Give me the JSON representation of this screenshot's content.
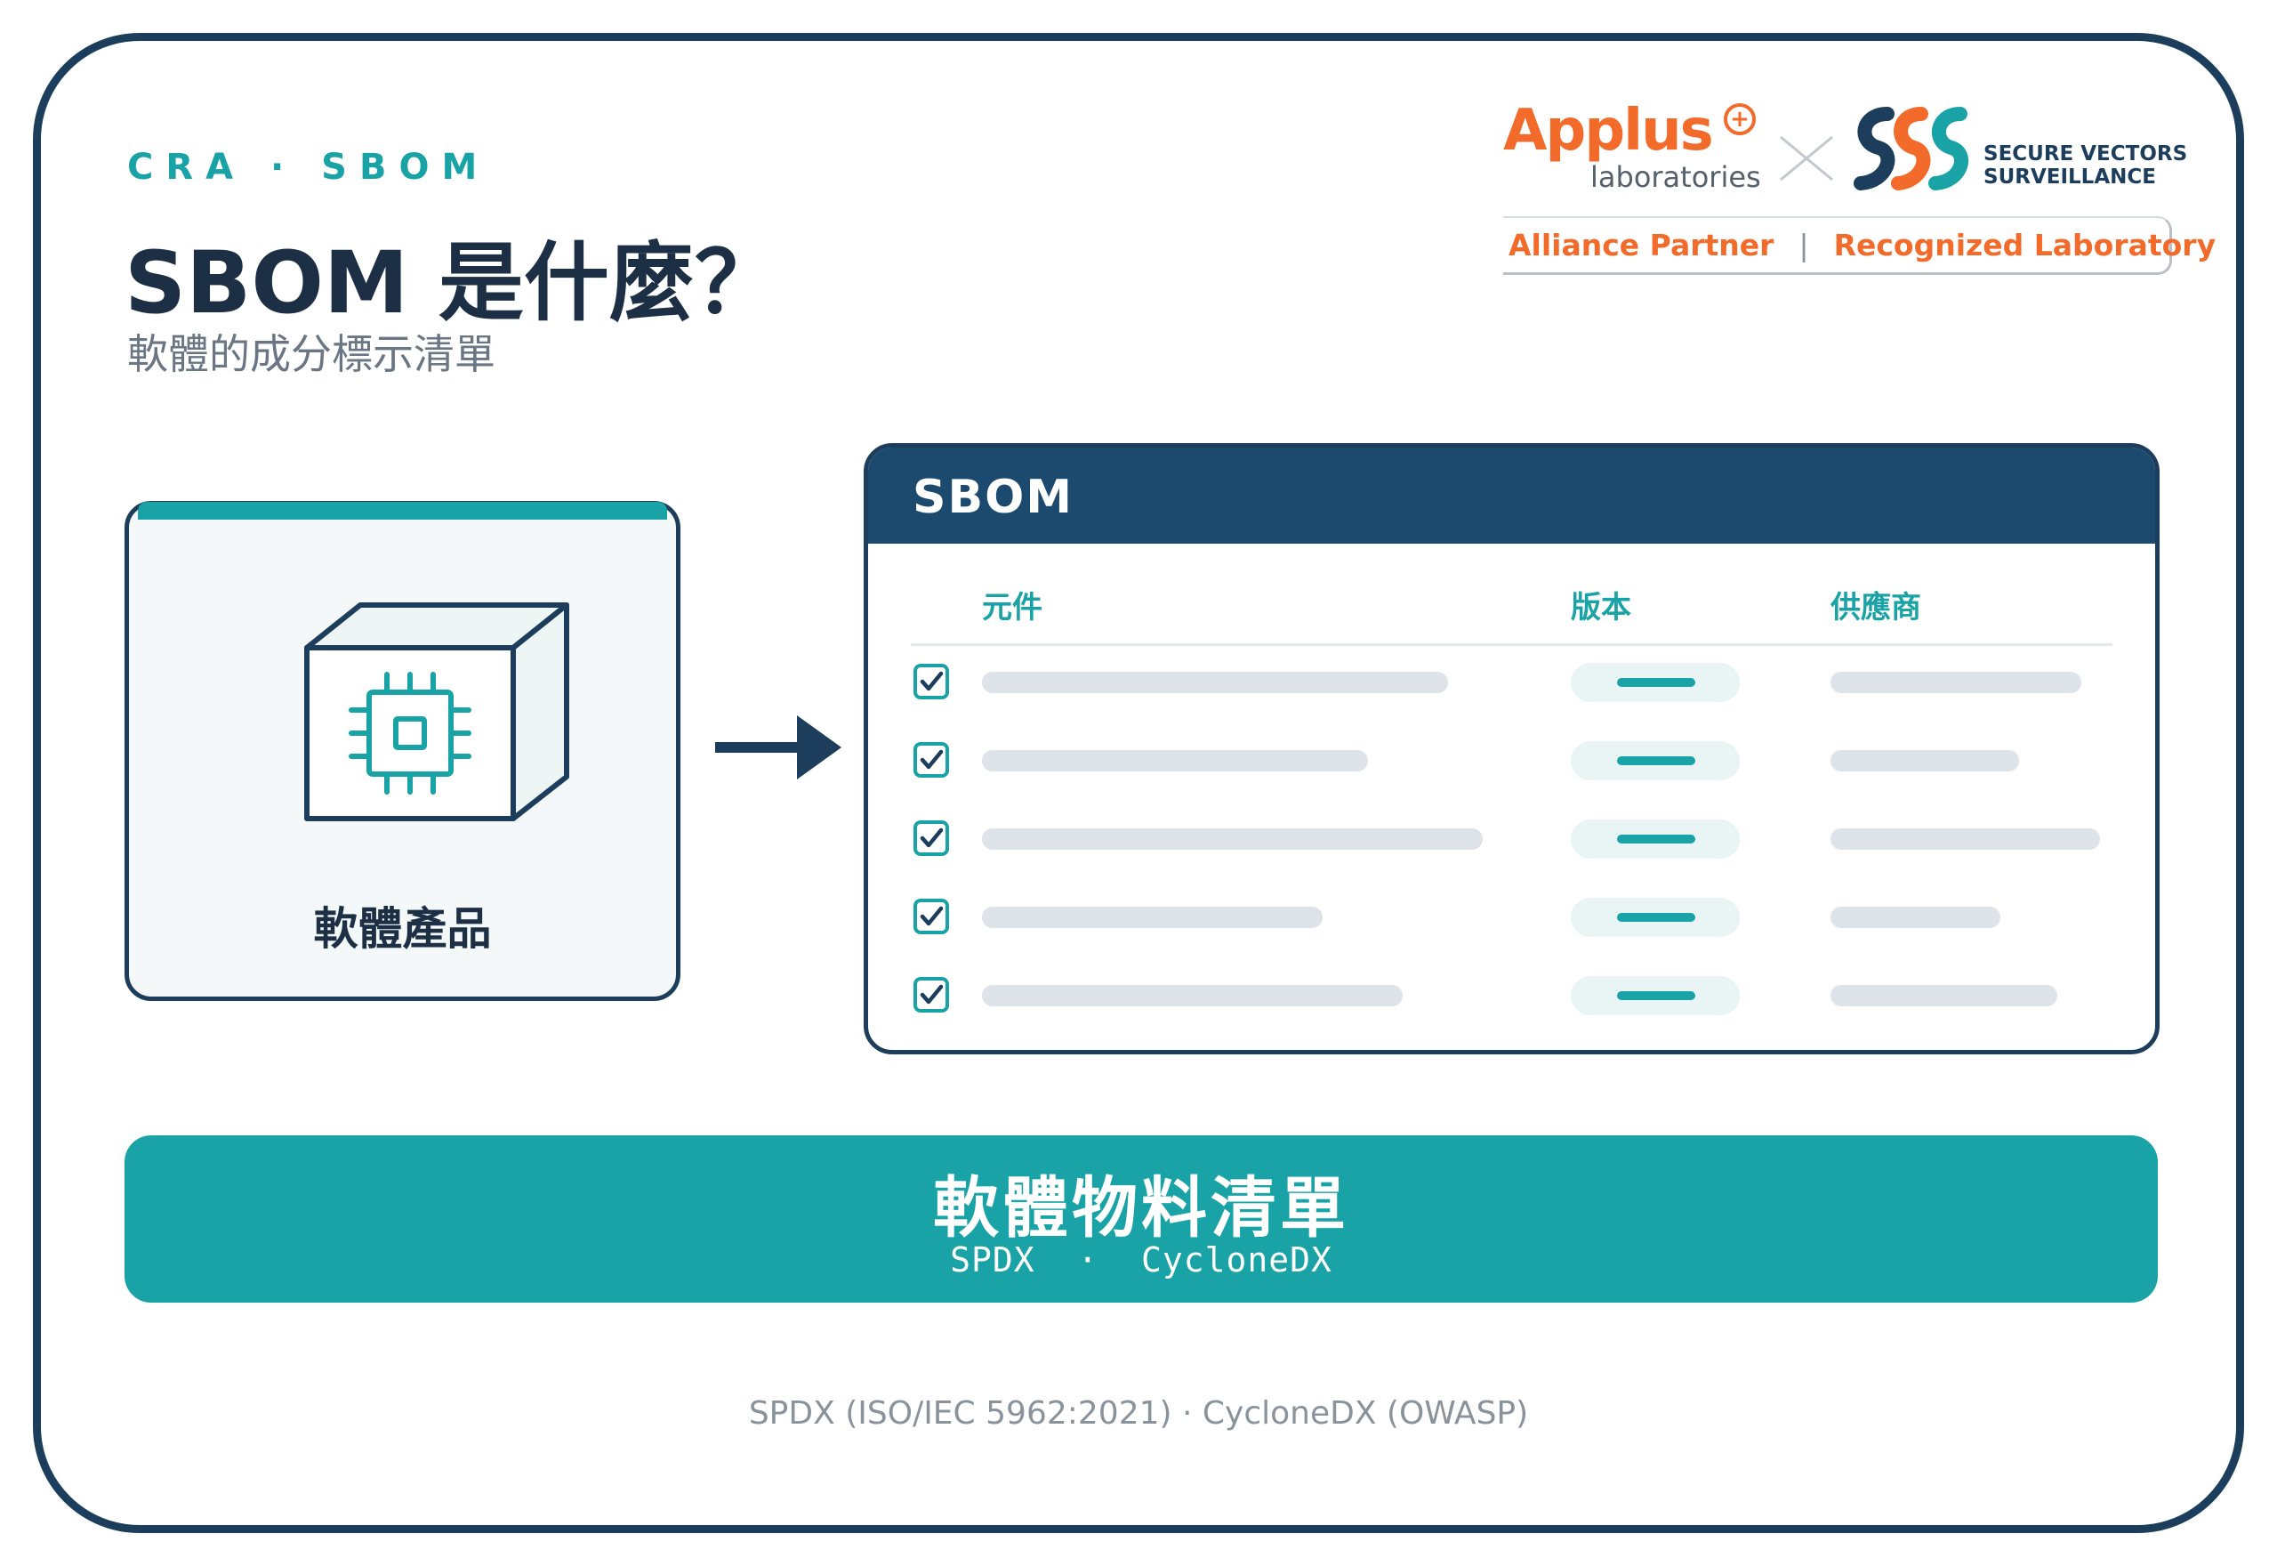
{
  "header": {
    "eyebrow": "CRA · SBOM",
    "title": "SBOM 是什麼？",
    "subtitle": "軟體的成分標示清單"
  },
  "partners": {
    "applus_name": "Applus",
    "applus_sub": "laboratories",
    "applus_plus_glyph": "+",
    "ssv_line1": "SECURE VECTORS",
    "ssv_line2": "SURVEILLANCE",
    "alliance": "Alliance Partner",
    "separator": "|",
    "recognized": "Recognized Laboratory"
  },
  "product": {
    "label": "軟體產品",
    "icon": "chip-in-box-icon"
  },
  "sbom": {
    "title": "SBOM",
    "columns": [
      "元件",
      "版本",
      "供應商"
    ],
    "rows": [
      {
        "checked": true,
        "component_fill": 0.93,
        "supplier_fill": 0.93
      },
      {
        "checked": true,
        "component_fill": 0.77,
        "supplier_fill": 0.7
      },
      {
        "checked": true,
        "component_fill": 1.0,
        "supplier_fill": 1.0
      },
      {
        "checked": true,
        "component_fill": 0.68,
        "supplier_fill": 0.63
      },
      {
        "checked": true,
        "component_fill": 0.84,
        "supplier_fill": 0.84
      }
    ]
  },
  "banner": {
    "title": "軟體物料清單",
    "subtitle": "SPDX  ·  CycloneDX"
  },
  "footnote": "SPDX (ISO/IEC 5962:2021) · CycloneDX (OWASP)",
  "colors": {
    "teal": "#1aa3a6",
    "navy": "#1c3d5c",
    "header_navy": "#1c4a6e",
    "orange": "#f26b2a"
  }
}
